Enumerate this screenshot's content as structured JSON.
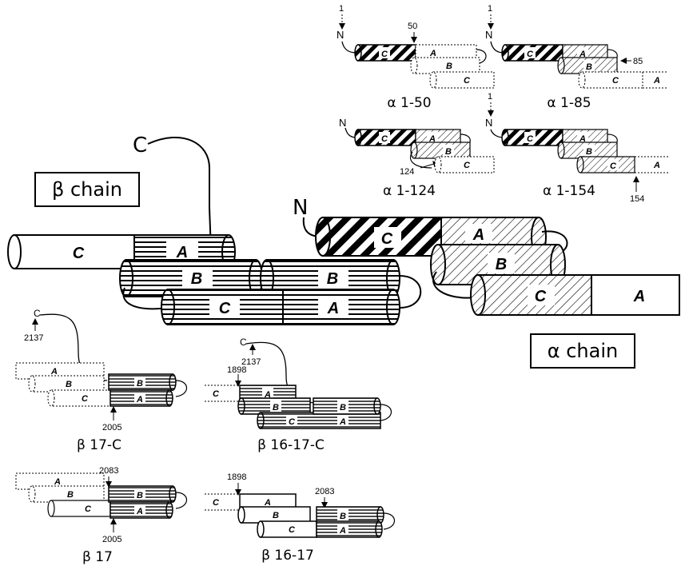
{
  "main": {
    "beta_chain_label": "β chain",
    "alpha_chain_label": "α chain",
    "terminus_c": "C",
    "terminus_n": "N",
    "beta_helices": [
      {
        "left": "C",
        "right": "A"
      },
      {
        "left": "B",
        "right": "B"
      },
      {
        "left": "C",
        "right": "A"
      }
    ],
    "alpha_helices": [
      "C",
      "A",
      "B",
      "C",
      "A"
    ]
  },
  "alpha_constructs": [
    {
      "caption": "α 1-50",
      "n_label": "N",
      "n_num": "1",
      "mark": "50",
      "helices": [
        "C",
        "A",
        "B",
        "C"
      ]
    },
    {
      "caption": "α 1-85",
      "n_label": "N",
      "n_num": "1",
      "mark": "85",
      "helices": [
        "C",
        "A",
        "B",
        "C",
        "A"
      ]
    },
    {
      "caption": "α 1-124",
      "n_label": "N",
      "mark": "124",
      "helices": [
        "C",
        "A",
        "B",
        "C"
      ]
    },
    {
      "caption": "α 1-154",
      "n_label": "N",
      "n_num": "1",
      "mark": "154",
      "helices": [
        "C",
        "A",
        "B",
        "C",
        "A"
      ]
    }
  ],
  "beta_constructs": [
    {
      "caption": "β 17-C",
      "c_label": "C",
      "c_num": "2137",
      "mark": "2005",
      "helices": [
        "A",
        "B",
        "C",
        "B",
        "A"
      ]
    },
    {
      "caption": "β 16-17-C",
      "c_label": "C",
      "c_num": "2137",
      "mark_left": "1898",
      "helices": [
        "C",
        "A",
        "B",
        "C",
        "B",
        "A"
      ]
    },
    {
      "caption": "β 17",
      "mark_top": "2083",
      "mark": "2005",
      "helices": [
        "A",
        "B",
        "C",
        "B",
        "A"
      ]
    },
    {
      "caption": "β 16-17",
      "mark_left": "1898",
      "mark_top": "2083",
      "helices": [
        "C",
        "A",
        "B",
        "C",
        "B",
        "A"
      ]
    }
  ]
}
